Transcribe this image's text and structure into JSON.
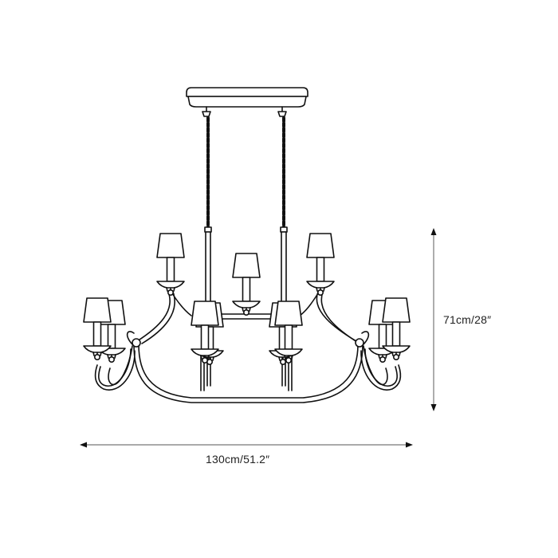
{
  "drawing": {
    "subject": "chandelier",
    "view": "front-elevation line drawing",
    "lamp_count_visible": 12,
    "line_color": "#111111",
    "dimension_line_color": "#777777",
    "background_color": "#ffffff"
  },
  "dimensions": {
    "width": {
      "label": "130cm/51.2″",
      "cm": 130,
      "inches": 51.2
    },
    "height": {
      "label": "71cm/28″",
      "cm": 71,
      "inches": 28
    }
  }
}
